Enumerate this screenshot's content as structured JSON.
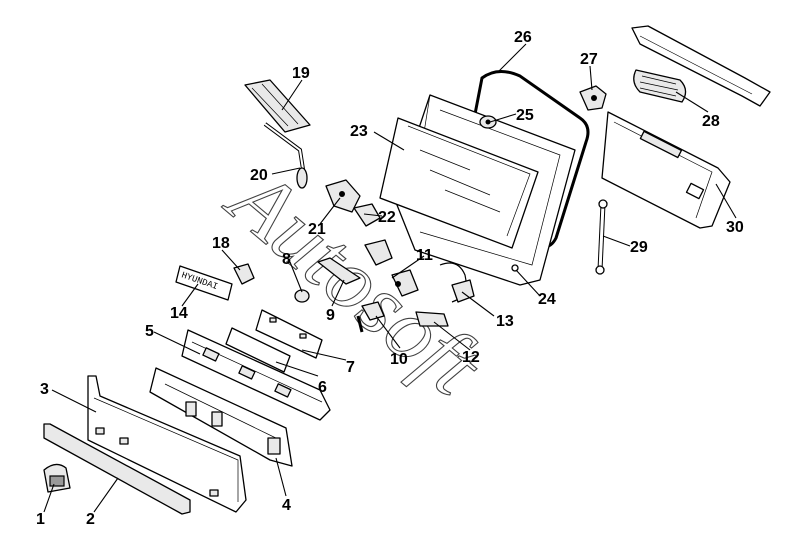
{
  "watermark": "Autosoft",
  "plate_text": "HYUNDAI",
  "callouts": [
    "1",
    "2",
    "3",
    "4",
    "5",
    "6",
    "7",
    "8",
    "9",
    "10",
    "11",
    "12",
    "13",
    "14",
    "18",
    "19",
    "20",
    "21",
    "22",
    "23",
    "24",
    "25",
    "26",
    "27",
    "28",
    "29",
    "30"
  ]
}
